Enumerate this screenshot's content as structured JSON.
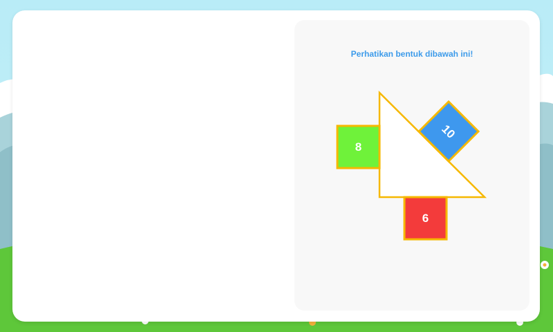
{
  "panel": {
    "instruction": "Perhatikan bentuk dibawah ini!"
  },
  "figure": {
    "shape": "right-triangle-with-squares-on-sides",
    "squares": [
      {
        "side": "vertical-leg",
        "label": "8",
        "color": "#6ff23a"
      },
      {
        "side": "horizontal-leg",
        "label": "6",
        "color": "#f33b3b"
      },
      {
        "side": "hypotenuse",
        "label": "10",
        "color": "#3e98ee"
      }
    ],
    "triangle_fill": "#ffffff",
    "outline_color": "#f6b800"
  },
  "colors": {
    "sky": "#b9ecf7",
    "grass": "#5ec73a",
    "hills": "#9cc7cf",
    "panel_background": "#f8f8f8",
    "instruction_text": "#3d9bea"
  }
}
